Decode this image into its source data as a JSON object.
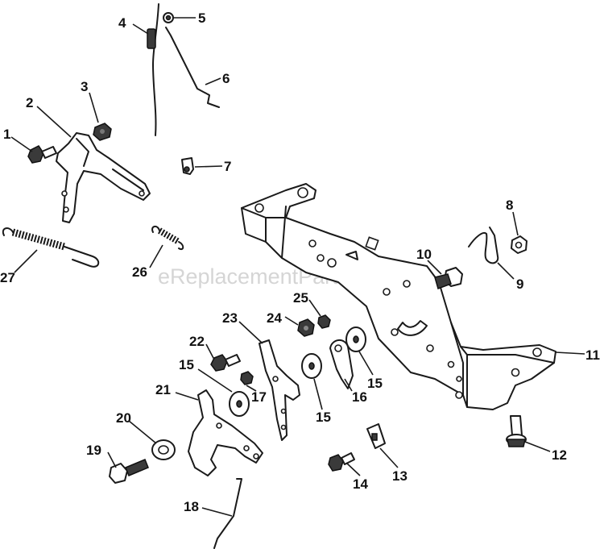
{
  "watermark": "eReplacementParts.com",
  "callouts": {
    "c1": "1",
    "c2": "2",
    "c3": "3",
    "c4": "4",
    "c5": "5",
    "c6": "6",
    "c7": "7",
    "c8": "8",
    "c9": "9",
    "c10": "10",
    "c11": "11",
    "c12": "12",
    "c13": "13",
    "c14": "14",
    "c15a": "15",
    "c15b": "15",
    "c15c": "15",
    "c16": "16",
    "c17": "17",
    "c18": "18",
    "c19": "19",
    "c20": "20",
    "c21": "21",
    "c22": "22",
    "c23": "23",
    "c24": "24",
    "c25": "25",
    "c26": "26",
    "c27": "27"
  }
}
